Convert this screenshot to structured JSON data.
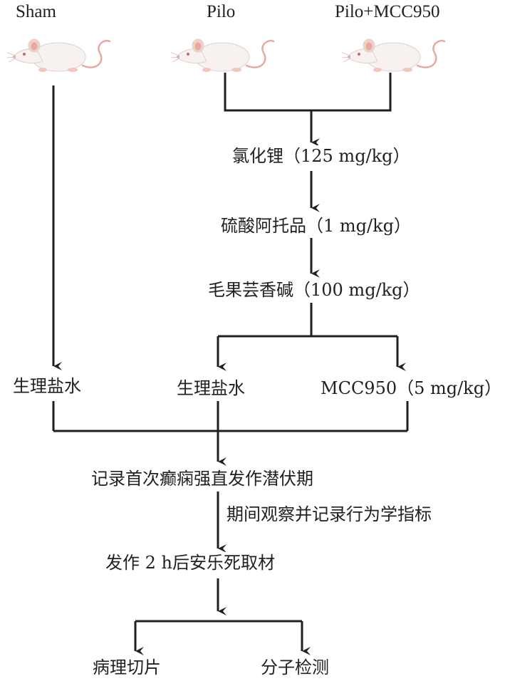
{
  "groups": {
    "sham": "Sham",
    "pilo": "Pilo",
    "pilo_mcc": "Pilo+MCC950"
  },
  "steps": {
    "licl": "氯化锂（125 mg/kg）",
    "atropine": "硫酸阿托品（1 mg/kg）",
    "pilocarpine": "毛果芸香碱（100 mg/kg）"
  },
  "treatments": {
    "saline_sham": "生理盐水",
    "saline_pilo": "生理盐水",
    "mcc950": "MCC950（5 mg/kg）"
  },
  "record_latency": "记录首次癫痫强直发作潜伏期",
  "observe_note": "期间观察并记录行为学指标",
  "sacrifice": "发作 2 h后安乐死取材",
  "outcomes": {
    "pathology": "病理切片",
    "molecular": "分子检测"
  },
  "icons": {
    "mouse": "mouse-icon",
    "arrow": "arrow-down-icon"
  },
  "colors": {
    "line": "#231f20",
    "mouse_body": "#f7f2ef",
    "mouse_pink": "#e8a9a0"
  }
}
